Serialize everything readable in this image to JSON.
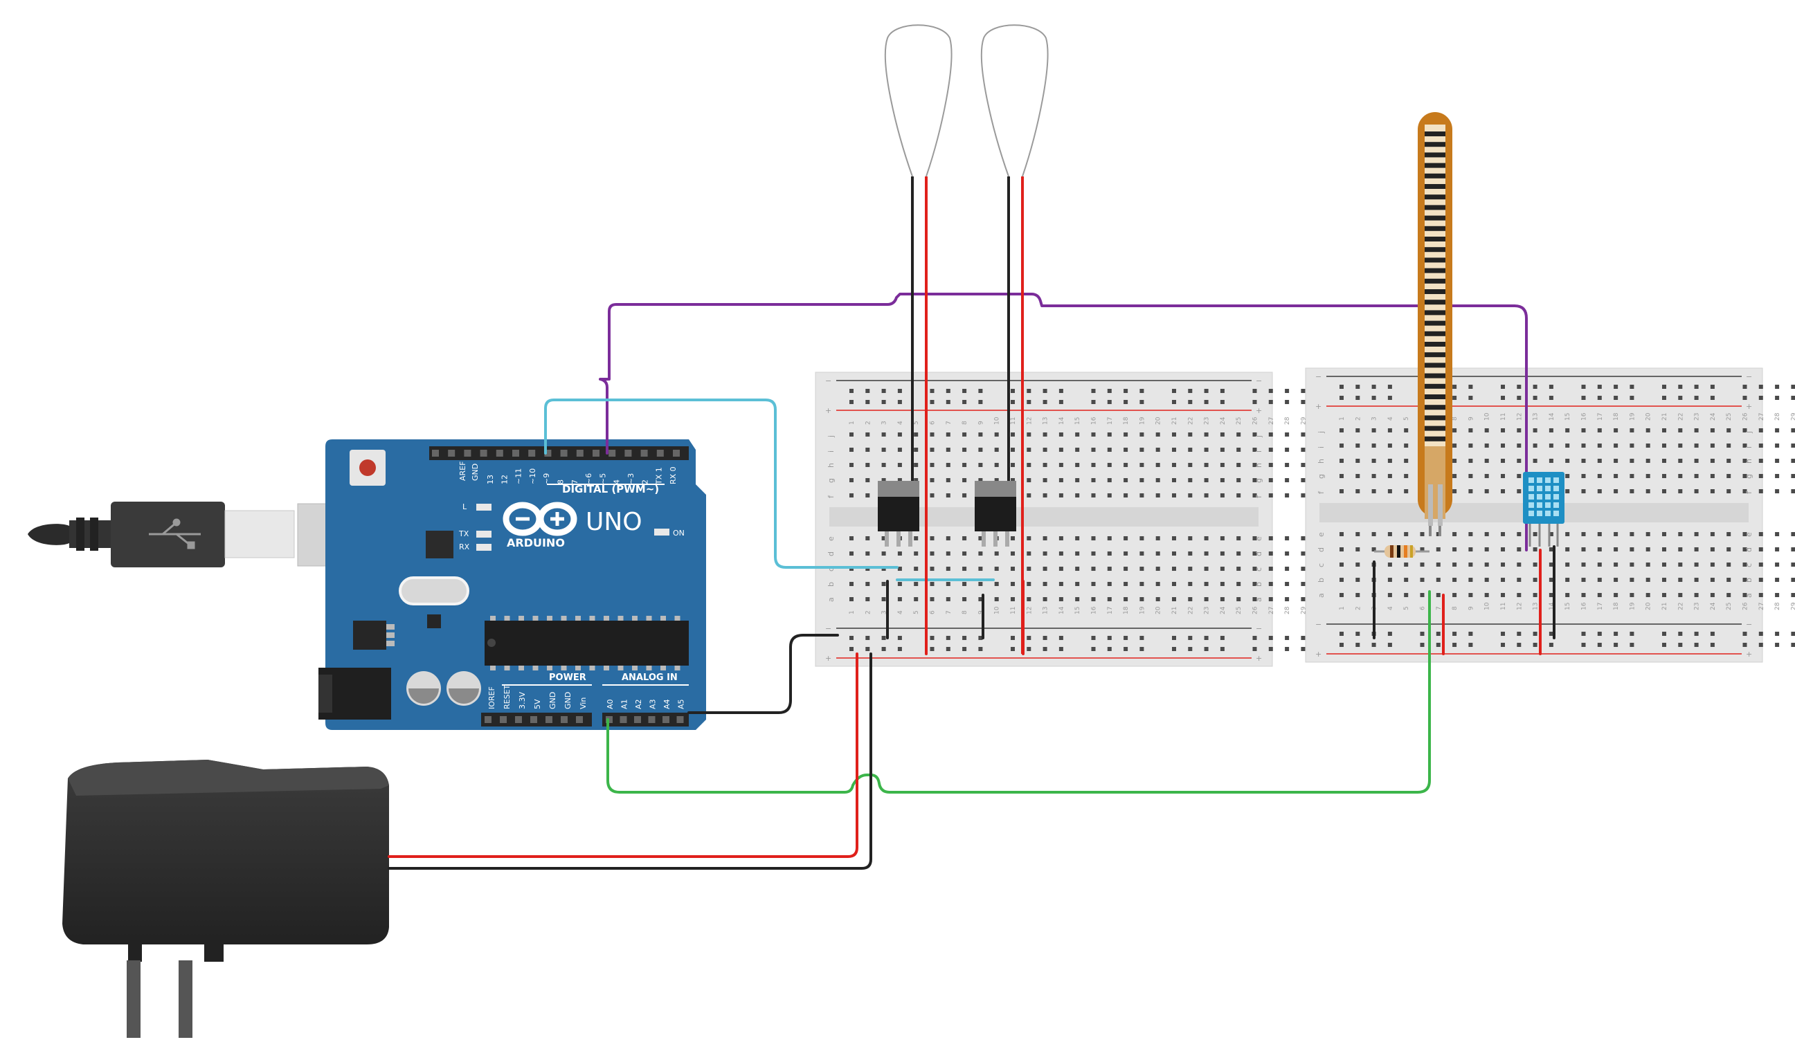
{
  "arduino": {
    "model": "UNO",
    "brand": "ARDUINO",
    "digital_label": "DIGITAL (PWM~)",
    "power_label": "POWER",
    "analog_label": "ANALOG IN",
    "on_label": "ON",
    "l_label": "L",
    "tx_label": "TX",
    "rx_label": "RX",
    "aref_label": "AREF",
    "gnd_label": "GND",
    "top_pins": [
      "13",
      "12",
      "~11",
      "~10",
      "~9",
      "8",
      "7",
      "~6",
      "~5",
      "4",
      "~3",
      "2",
      "TX 1",
      "RX 0"
    ],
    "power_pins": [
      "IOREF",
      "RESET",
      "3.3V",
      "5V",
      "GND",
      "GND",
      "Vin"
    ],
    "analog_pins": [
      "A0",
      "A1",
      "A2",
      "A3",
      "A4",
      "A5"
    ]
  },
  "breadboard": {
    "row_letters_top": [
      "j",
      "i",
      "h",
      "g",
      "f"
    ],
    "row_letters_bottom": [
      "e",
      "d",
      "c",
      "b",
      "a"
    ],
    "plus": "+",
    "minus": "−",
    "columns": 30
  },
  "colors": {
    "arduino_blue": "#2a6ca3",
    "wire_purple": "#7b2d9a",
    "wire_cyan": "#5bbfd6",
    "wire_green": "#3cb54a",
    "wire_red": "#e0201b",
    "wire_black": "#222222",
    "flex_orange": "#c77a1c",
    "dht_blue": "#1e8fc4"
  }
}
